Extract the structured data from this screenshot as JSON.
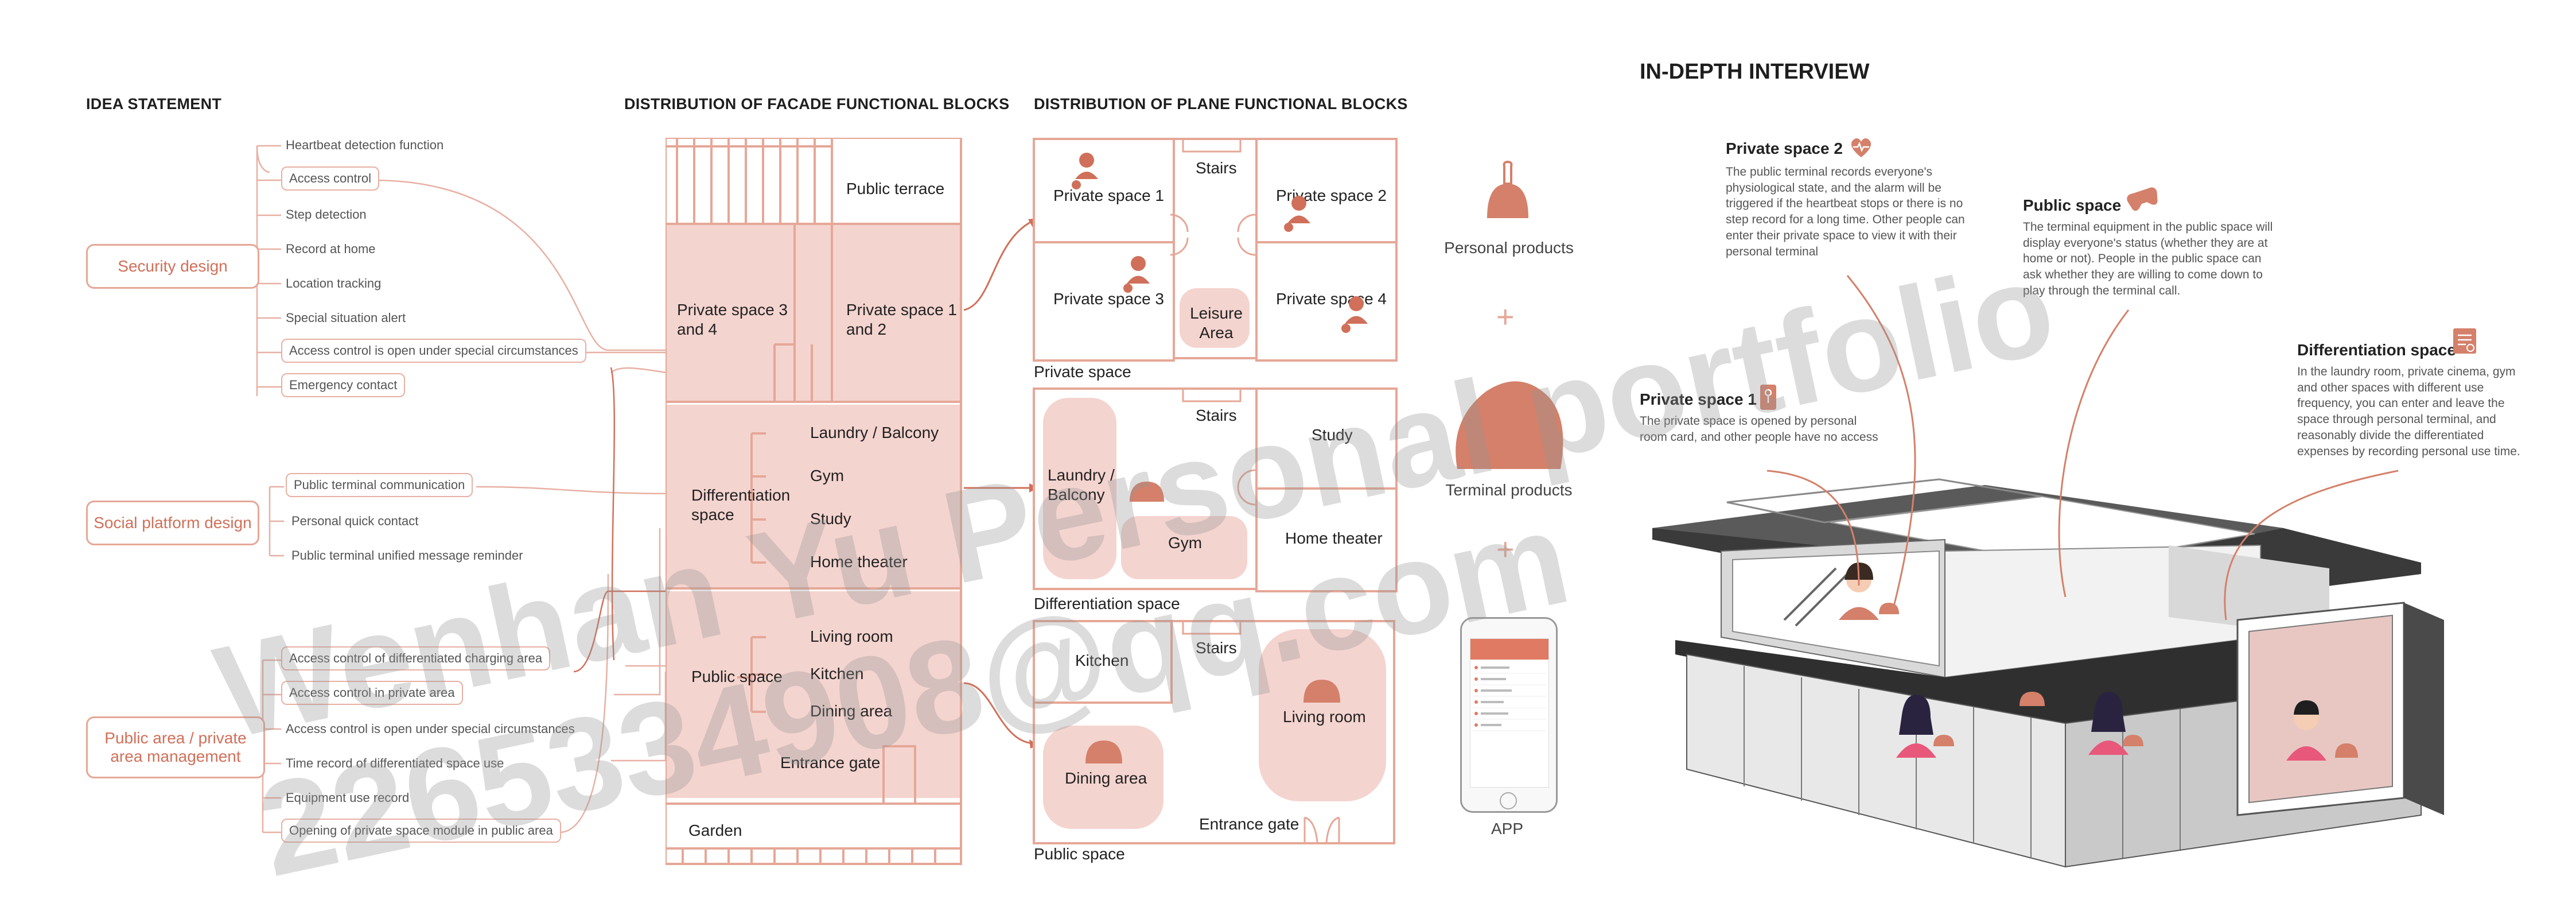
{
  "sections": {
    "idea": "IDEA STATEMENT",
    "facade": "DISTRIBUTION OF FACADE FUNCTIONAL BLOCKS",
    "plane": "DISTRIBUTION OF PLANE FUNCTIONAL BLOCKS",
    "interview": "IN-DEPTH INTERVIEW"
  },
  "idea": {
    "categories": [
      "Security design",
      "Social platform design",
      "Public area / private area management"
    ],
    "security_items": [
      "Heartbeat detection function",
      "Access control",
      "Step detection",
      "Record at home",
      "Location tracking",
      "Special situation alert",
      "Access control is open under special circumstances",
      "Emergency contact"
    ],
    "social_items": [
      "Public terminal communication",
      "Personal quick contact",
      "Public terminal unified message reminder"
    ],
    "area_items": [
      "Access control of differentiated charging area",
      "Access control in private area",
      "Access control is open under special circumstances",
      "Time record of differentiated space use",
      "Equipment use record",
      "Opening of private space module in public area"
    ]
  },
  "facade": {
    "public_terrace": "Public terrace",
    "private_34": "Private space 3 and 4",
    "private_12": "Private space 1 and 2",
    "differentiation": "Differentiation space",
    "diff_items": [
      "Laundry / Balcony",
      "Gym",
      "Study",
      "Home theater"
    ],
    "public_space": "Public space",
    "public_items": [
      "Living room",
      "Kitchen",
      "Dining area"
    ],
    "entrance_gate": "Entrance gate",
    "garden": "Garden"
  },
  "plane": {
    "private": {
      "caption": "Private space",
      "ps1": "Private space 1",
      "ps2": "Private space 2",
      "ps3": "Private space 3",
      "ps4": "Private space 4",
      "stairs": "Stairs",
      "leisure": "Leisure Area"
    },
    "diff": {
      "caption": "Differentiation space",
      "stairs": "Stairs",
      "laundry": "Laundry / Balcony",
      "gym": "Gym",
      "study": "Study",
      "theater": "Home theater"
    },
    "public": {
      "caption": "Public space",
      "stairs": "Stairs",
      "kitchen": "Kitchen",
      "living": "Living room",
      "dining": "Dining area",
      "entrance": "Entrance gate"
    }
  },
  "products": {
    "personal": "Personal products",
    "terminal": "Terminal products",
    "app": "APP",
    "plus": "+"
  },
  "interview": {
    "p2": {
      "title": "Private space 2",
      "text": "The public terminal records everyone's physiological state, and the alarm will be triggered if the heartbeat stops or there is no step record for a long time. Other people can enter their private space to view it with their personal terminal"
    },
    "pub": {
      "title": "Public space",
      "text": "The terminal equipment in the public space will display everyone's status (whether they are at home or not). People in the public space can ask whether they are willing to come down to play through the terminal call."
    },
    "diff": {
      "title": "Differentiation space",
      "text": "In the laundry room, private cinema, gym and other spaces with different use frequency, you can enter and leave the space through personal terminal, and reasonably divide the differentiated expenses by recording personal use time."
    },
    "p1": {
      "title": "Private space 1",
      "text": "The private space is opened by personal room card, and other people have no access"
    }
  },
  "watermark": {
    "line1": "Wenhan Yu Personal portfolio",
    "line2": "2265334908@qq.com"
  },
  "colors": {
    "accent": "#d0705a",
    "pink_fill": "#f4d4cf",
    "outline": "#e6a797",
    "terracotta": "#d4806a"
  }
}
